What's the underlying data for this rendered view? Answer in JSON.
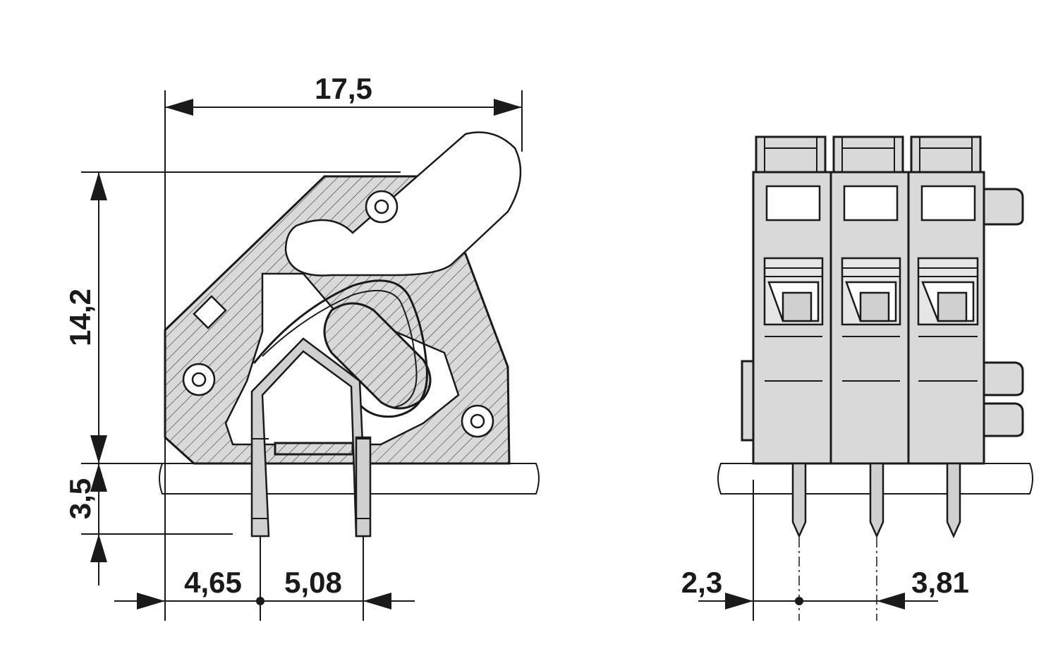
{
  "dimensions": {
    "width_total": "17,5",
    "height_body": "14,2",
    "pin_length": "3,5",
    "first_pin_offset": "4,65",
    "pin_pitch_side": "5,08",
    "edge_offset_front": "2,3",
    "pin_pitch_front": "3,81"
  },
  "colors": {
    "body_fill": "#d9d9d9",
    "line": "#1a1a1a",
    "background": "#ffffff"
  }
}
